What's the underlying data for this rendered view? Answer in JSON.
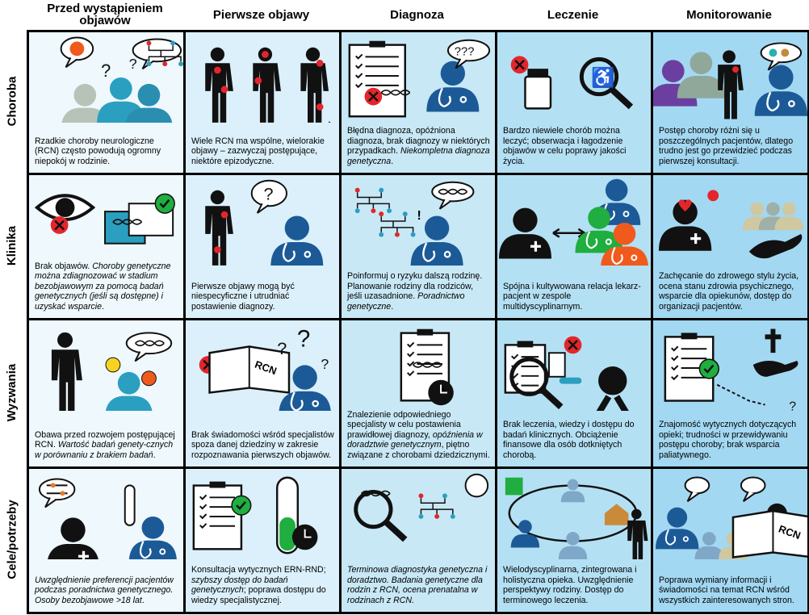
{
  "columns": [
    "Przed wystąpieniem objawów",
    "Pierwsze objawy",
    "Diagnoza",
    "Leczenie",
    "Monitorowanie"
  ],
  "rows": [
    "Choroba",
    "Klinika",
    "Wyzwania",
    "Cele/potrzeby"
  ],
  "colors": {
    "col_bg": [
      "#eef8fd",
      "#dbf0fa",
      "#c8e8f6",
      "#b4e0f4",
      "#a3d8f2"
    ],
    "doctor": "#1c5a97",
    "red": "#e3262b",
    "green": "#1fae3f",
    "orange": "#f05a1c",
    "teal": "#2a9fc0"
  },
  "icon_text": {
    "bubble_q": "???",
    "question": "?",
    "book": "RCN",
    "book2": "RCN"
  },
  "cells": [
    [
      [
        {
          "t": "Rzadkie choroby neurologiczne (RCN) często powodują ogromny niepokój w rodzinie.",
          "i": false
        }
      ],
      [
        {
          "t": "Wiele RCN ma wspólne, wielorakie objawy – zazwyczaj postępujące, niektóre epizodyczne.",
          "i": false
        }
      ],
      [
        {
          "t": "Błędna diagnoza, opóźniona diagnoza, brak diagnozy w niektórych przypadkach. ",
          "i": false
        },
        {
          "t": "Niekompletna diagnoza genetyczna",
          "i": true
        },
        {
          "t": ".",
          "i": false
        }
      ],
      [
        {
          "t": "Bardzo niewiele chorób można leczyć; obserwacja i łagodzenie objawów w celu poprawy jakości życia.",
          "i": false
        }
      ],
      [
        {
          "t": "Postęp choroby różni się u poszczególnych pacjentów, dlatego trudno jest go przewidzieć podczas pierwszej konsultacji.",
          "i": false
        }
      ]
    ],
    [
      [
        {
          "t": "Brak objawów. ",
          "i": false
        },
        {
          "t": "Choroby genetyczne można zdiagnozować w stadium bezobjawowym za pomocą badań genetycznych (jeśli są dostępne) i uzyskać wsparcie",
          "i": true
        },
        {
          "t": ".",
          "i": false
        }
      ],
      [
        {
          "t": "Pierwsze objawy mogą być niespecyficzne i utrudniać postawienie diagnozy.",
          "i": false
        }
      ],
      [
        {
          "t": "Poinformuj o ryzyku dalszą rodzinę. Planowanie rodziny dla rodziców, jeśli uzasadnione. ",
          "i": false
        },
        {
          "t": "Poradnictwo genetyczne",
          "i": true
        },
        {
          "t": ".",
          "i": false
        }
      ],
      [
        {
          "t": "Spójna i kultywowana relacja lekarz-pacjent w zespole multidyscyplinarnym.",
          "i": false
        }
      ],
      [
        {
          "t": "Zachęcanie do zdrowego stylu życia, ocena stanu zdrowia psychicznego, wsparcie dla opiekunów, dostęp do organizacji pacjentów.",
          "i": false
        }
      ]
    ],
    [
      [
        {
          "t": "Obawa przed rozwojem postępującej RCN. ",
          "i": false
        },
        {
          "t": "Wartość badań genety-cznych w porównaniu z brakiem badań",
          "i": true
        },
        {
          "t": ".",
          "i": false
        }
      ],
      [
        {
          "t": "Brak świadomości wśród specjalistów spoza danej dziedziny w zakresie rozpoznawania pierwszych objawów.",
          "i": false
        }
      ],
      [
        {
          "t": "Znalezienie odpowiedniego specjalisty w celu postawienia prawidłowej diagnozy, ",
          "i": false
        },
        {
          "t": "opóźnienia w doradztwie genetycznym",
          "i": true
        },
        {
          "t": ", piętno związane z chorobami dziedzicznymi.",
          "i": false
        }
      ],
      [
        {
          "t": "Brak leczenia, wiedzy i dostępu do badań klinicznych. Obciążenie finansowe dla osób dotkniętych chorobą.",
          "i": false
        }
      ],
      [
        {
          "t": "Znajomość wytycznych dotyczących opieki; trudności w przewidywaniu postępu choroby; brak wsparcia paliatywnego.",
          "i": false
        }
      ]
    ],
    [
      [
        {
          "t": "Uwzględnienie preferencji pacjentów podczas poradnictwa genetycznego. Osoby bezobjawowe >18 lat",
          "i": true
        },
        {
          "t": ".",
          "i": false
        }
      ],
      [
        {
          "t": "Konsultacja wytycznych ERN-RND; ",
          "i": false
        },
        {
          "t": "szybszy dostęp do badań genetycznych",
          "i": true
        },
        {
          "t": "; poprawa dostępu do wiedzy specjalistycznej.",
          "i": false
        }
      ],
      [
        {
          "t": "Terminowa diagnostyka genetyczna i doradztwo. Badania genetyczne dla rodzin z RCN, ocena prenatalna w rodzinach z RCN.",
          "i": true
        }
      ],
      [
        {
          "t": "Wielodyscyplinarna, zintegrowana i holistyczna opieka. Uwzględnienie perspektywy rodziny. Dostęp do terminowego leczenia.",
          "i": false
        }
      ],
      [
        {
          "t": "Poprawa wymiany informacji i świadomości na temat RCN wśród wszystkich zainteresowanych stron.",
          "i": false
        }
      ]
    ]
  ]
}
